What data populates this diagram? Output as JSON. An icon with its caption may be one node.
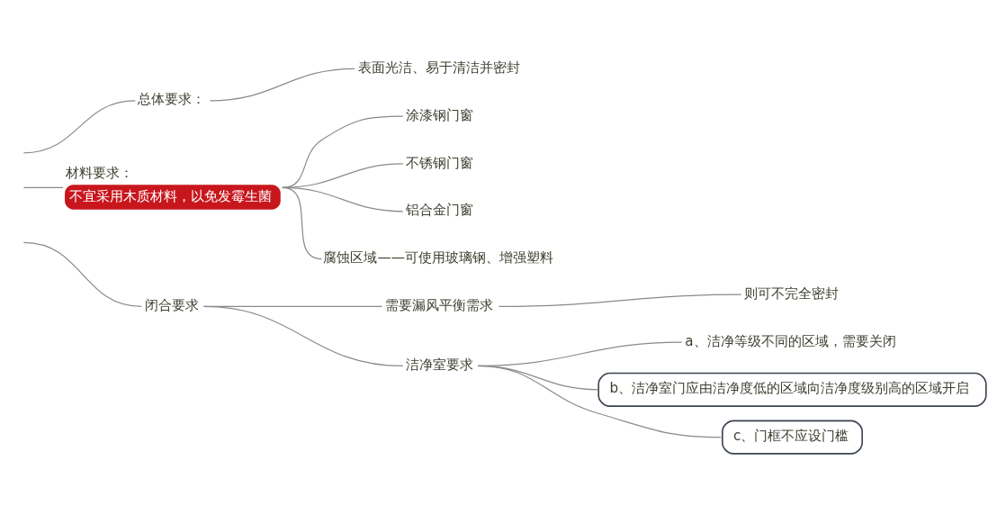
{
  "diagram": {
    "nodes": [
      {
        "text": [
          "总体要求："
        ]
      },
      {
        "text": [
          "表面光洁、易于清洁并密封"
        ]
      },
      {
        "text": [
          "材料要求：",
          "不宜采用木质材料，以免发霉生菌"
        ]
      },
      {
        "text": [
          "涂漆钢门窗"
        ]
      },
      {
        "text": [
          "不锈钢门窗"
        ]
      },
      {
        "text": [
          "铝合金门窗"
        ]
      },
      {
        "text": [
          "腐蚀区域——可使用玻璃钢、增强塑料"
        ]
      },
      {
        "text": [
          "闭合要求"
        ]
      },
      {
        "text": [
          "需要漏风平衡需求"
        ]
      },
      {
        "text": [
          "则可不完全密封"
        ]
      },
      {
        "text": [
          "洁净室要求"
        ]
      },
      {
        "text": [
          "a、洁净等级不同的区域，需要关闭"
        ]
      },
      {
        "text": [
          "b、洁净室门应由洁净度低的区域向洁净度级别高的区域开启"
        ]
      },
      {
        "text": [
          "c、门框不应设门槛"
        ]
      }
    ],
    "edges": [
      {
        "from": null,
        "to": 0,
        "arrow": "none"
      },
      {
        "from": null,
        "to": 2,
        "arrow": "none"
      },
      {
        "from": null,
        "to": 7,
        "arrow": "none"
      },
      {
        "from": 0,
        "to": 1,
        "arrow": "none"
      },
      {
        "from": 2,
        "to": 3,
        "arrow": "none"
      },
      {
        "from": 2,
        "to": 4,
        "arrow": "none"
      },
      {
        "from": 2,
        "to": 5,
        "arrow": "none"
      },
      {
        "from": 2,
        "to": 6,
        "arrow": "none"
      },
      {
        "from": 7,
        "to": 8,
        "arrow": "none"
      },
      {
        "from": 7,
        "to": 10,
        "arrow": "none"
      },
      {
        "from": 8,
        "to": 9,
        "arrow": "none"
      },
      {
        "from": 10,
        "to": 11,
        "arrow": "none"
      },
      {
        "from": 10,
        "to": 12,
        "arrow": "none"
      },
      {
        "from": 10,
        "to": 13,
        "arrow": "none"
      }
    ]
  }
}
